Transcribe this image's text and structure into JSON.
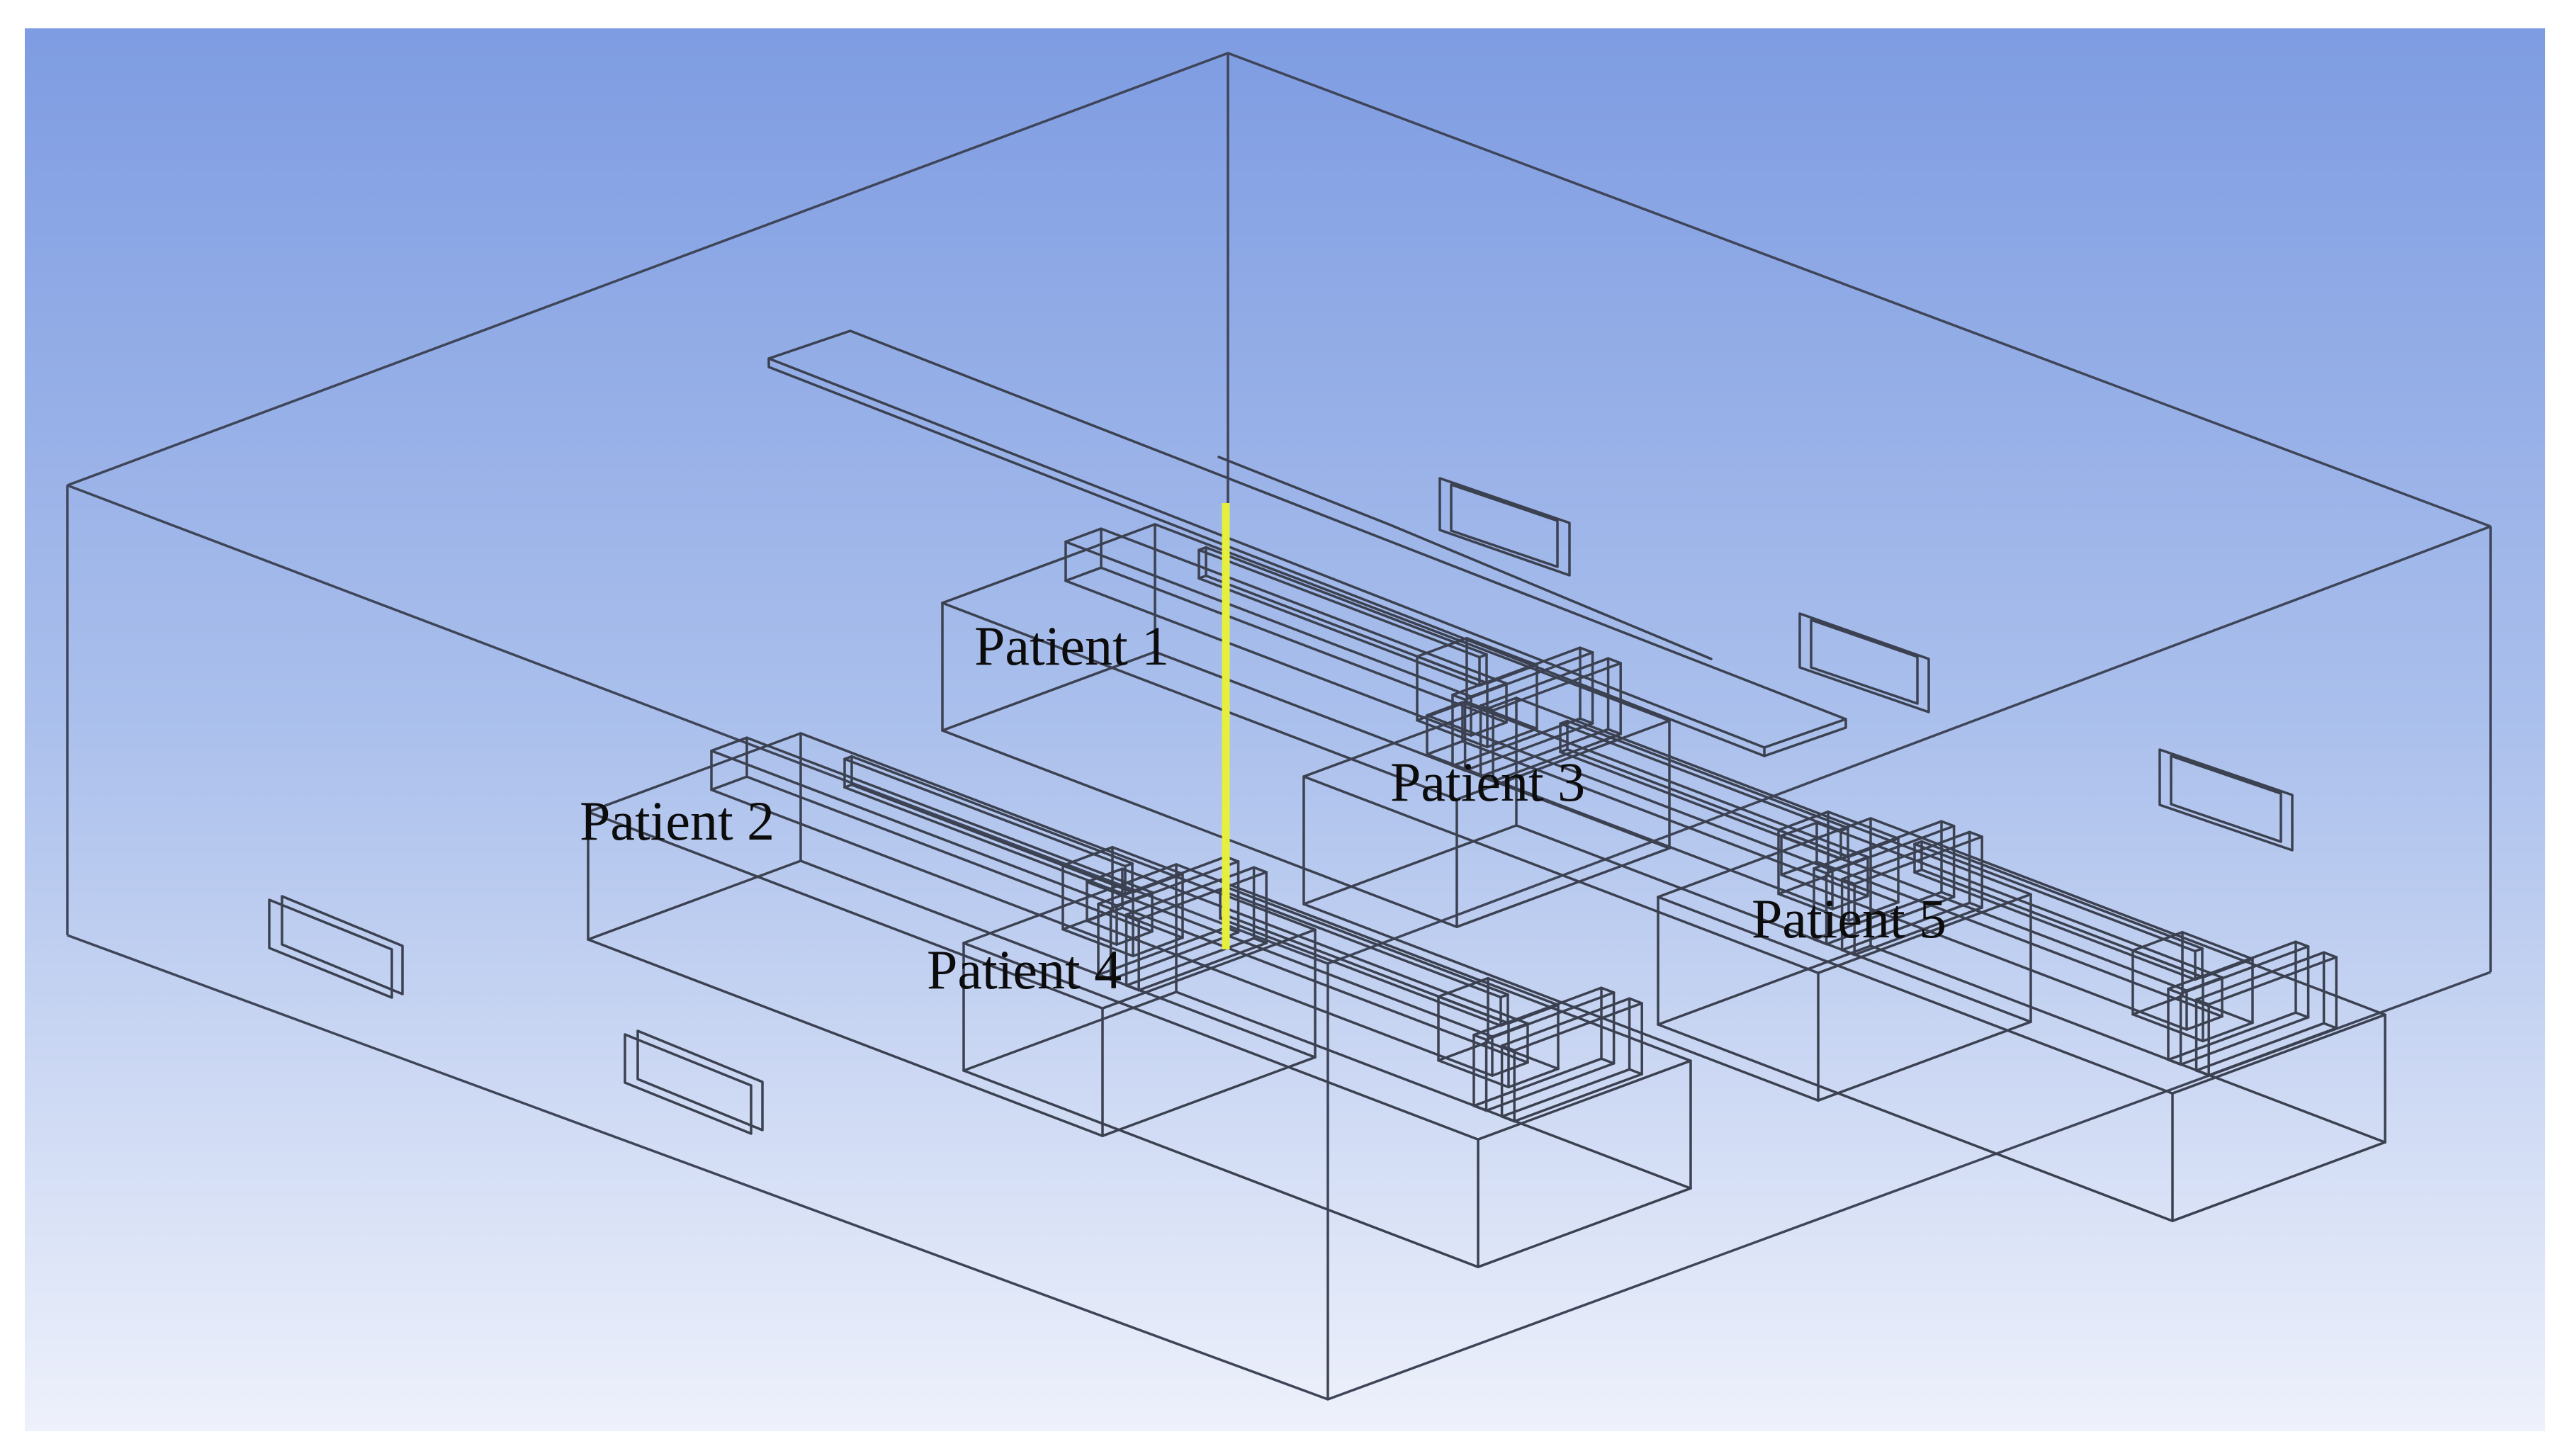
{
  "colors": {
    "background_top": "#7e9ce2",
    "background_bottom": "#eef1fb",
    "wireframe": "#3b4150",
    "probe_line": "#e6f03c"
  },
  "patients": [
    {
      "id": "p1",
      "label": "Patient 1"
    },
    {
      "id": "p2",
      "label": "Patient 2"
    },
    {
      "id": "p3",
      "label": "Patient 3"
    },
    {
      "id": "p4",
      "label": "Patient 4"
    },
    {
      "id": "p5",
      "label": "Patient 5"
    }
  ]
}
